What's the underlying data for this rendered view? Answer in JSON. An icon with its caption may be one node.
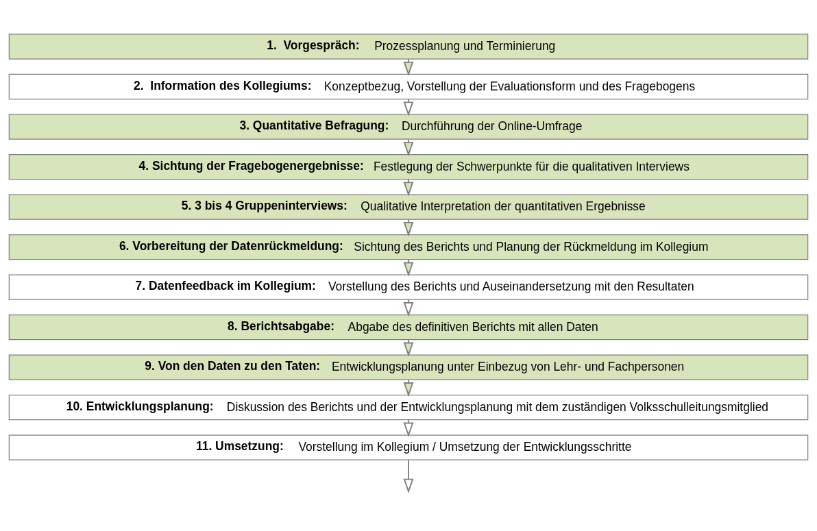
{
  "diagram": {
    "nodes": [
      {
        "text": [
          "**1.  Vorgespräch:** Prozessplanung und Terminierung"
        ]
      },
      {
        "text": [
          "**2.  Information des Kollegiums:** Konzeptbezug, Vorstellung der Evaluationsform und des Fragebogens"
        ]
      },
      {
        "text": [
          "**3. Quantitative Befragung:** Durchführung der Online-Umfrage"
        ]
      },
      {
        "text": [
          "**4. Sichtung der Fragebogenergebnisse:** Festlegung der Schwerpunkte für die qualitativen Interviews"
        ]
      },
      {
        "text": [
          "**5. 3 bis 4 Gruppeninterviews:** Qualitative Interpretation der quantitativen Ergebnisse"
        ]
      },
      {
        "text": [
          "**6. Vorbereitung der Datenrückmeldung:** Sichtung des Berichts und Planung der Rückmeldung im Kollegium"
        ]
      },
      {
        "text": [
          "**7. Datenfeedback im Kollegium:** Vorstellung des Berichts und Auseinandersetzung mit den Resultaten"
        ]
      },
      {
        "text": [
          "**8. Berichtsabgabe:** Abgabe des definitiven Berichts mit allen Daten"
        ]
      },
      {
        "text": [
          "**9. Von den Daten zu den Taten:** Entwicklungsplanung unter Einbezug von Lehr- und Fachpersonen"
        ]
      },
      {
        "text": [
          "**10. Entwicklungsplanung:** Diskussion des Berichts und der Entwicklungsplanung mit dem zuständigen Volksschulleitungsmitglied"
        ]
      },
      {
        "text": [
          "**11. Umsetzung:** Vorstellung im Kollegium / Umsetzung der Entwicklungsschritte"
        ]
      }
    ],
    "edges": [
      {
        "from": 0,
        "to": 1,
        "arrow": "to"
      },
      {
        "from": 1,
        "to": 2,
        "arrow": "to"
      },
      {
        "from": 2,
        "to": 3,
        "arrow": "to"
      },
      {
        "from": 3,
        "to": 4,
        "arrow": "to"
      },
      {
        "from": 4,
        "to": 5,
        "arrow": "to"
      },
      {
        "from": 5,
        "to": 6,
        "arrow": "to"
      },
      {
        "from": 6,
        "to": 7,
        "arrow": "to"
      },
      {
        "from": 7,
        "to": 8,
        "arrow": "to"
      },
      {
        "from": 8,
        "to": 9,
        "arrow": "to"
      },
      {
        "from": 9,
        "to": 10,
        "arrow": "to"
      },
      {
        "from": 10,
        "to": null,
        "arrow": "to"
      }
    ]
  }
}
